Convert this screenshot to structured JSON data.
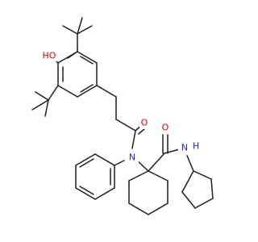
{
  "diagram_type": "chemical-structure",
  "colors": {
    "background": "#ffffff",
    "bond": "#1e1e1e",
    "carbon": "#1e1e1e",
    "oxygen": "#e00000",
    "nitrogen": "#2020e0"
  },
  "atom_labels": {
    "hydroxyl": "HO",
    "amide_oxygen_1": "O",
    "amide_oxygen_2": "O",
    "tertiary_amine": "N",
    "secondary_amine": "N",
    "amine_hydrogen": "H"
  }
}
